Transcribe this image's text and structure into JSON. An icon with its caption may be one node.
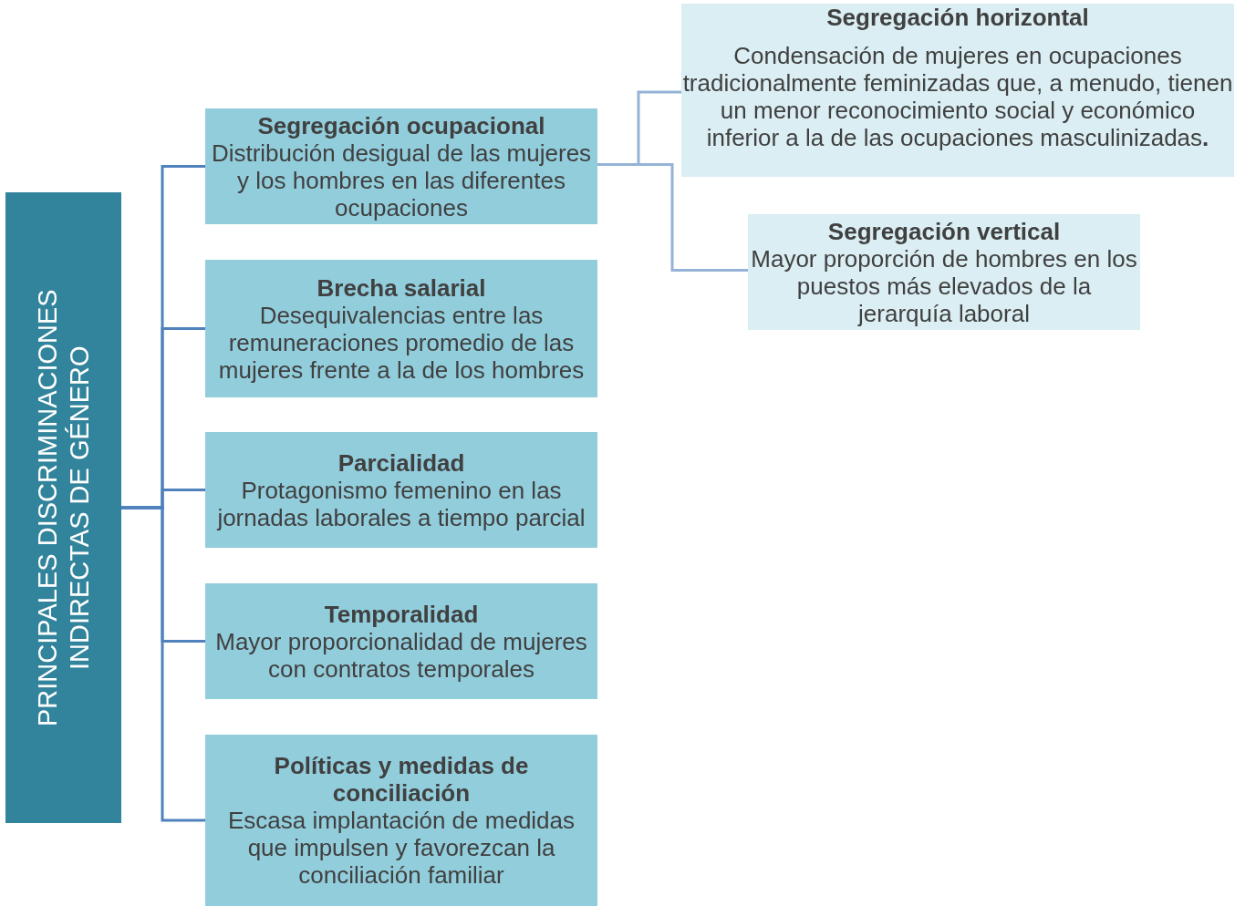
{
  "diagram": {
    "nodes": [
      {
        "text": [
          "PRINCIPALES DISCRIMINACIONES INDIRECTAS DE GÉNERO"
        ]
      },
      {
        "text": [
          "Segregación ocupacional",
          "Distribución desigual de las mujeres y los hombres en las diferentes ocupaciones"
        ]
      },
      {
        "text": [
          "Brecha salarial",
          "Desequivalencias entre las remuneraciones promedio de las mujeres frente a la de los hombres"
        ]
      },
      {
        "text": [
          "Parcialidad",
          "Protagonismo femenino en las jornadas laborales a tiempo parcial"
        ]
      },
      {
        "text": [
          "Temporalidad",
          "Mayor proporcionalidad de mujeres con contratos temporales"
        ]
      },
      {
        "text": [
          "Políticas y medidas de conciliación",
          "Escasa implantación de medidas que impulsen y favorezcan la conciliación familiar"
        ]
      },
      {
        "text": [
          "Segregación horizontal",
          "Condensación de mujeres en ocupaciones tradicionalmente feminizadas que, a menudo, tienen un menor reconocimiento social y económico inferior a la de las ocupaciones masculinizadas**.**"
        ]
      },
      {
        "text": [
          "Segregación vertical",
          "Mayor proporción de hombres en los puestos más elevados de la jerarquía laboral"
        ]
      }
    ],
    "edges": [
      {
        "from": 0,
        "to": 1,
        "arrow": "none"
      },
      {
        "from": 0,
        "to": 2,
        "arrow": "none"
      },
      {
        "from": 0,
        "to": 3,
        "arrow": "none"
      },
      {
        "from": 0,
        "to": 4,
        "arrow": "none"
      },
      {
        "from": 0,
        "to": 5,
        "arrow": "none"
      },
      {
        "from": 1,
        "to": 6,
        "arrow": "none",
        "color": "#95b3d7"
      },
      {
        "from": 1,
        "to": 7,
        "arrow": "none",
        "color": "#95b3d7"
      }
    ]
  }
}
